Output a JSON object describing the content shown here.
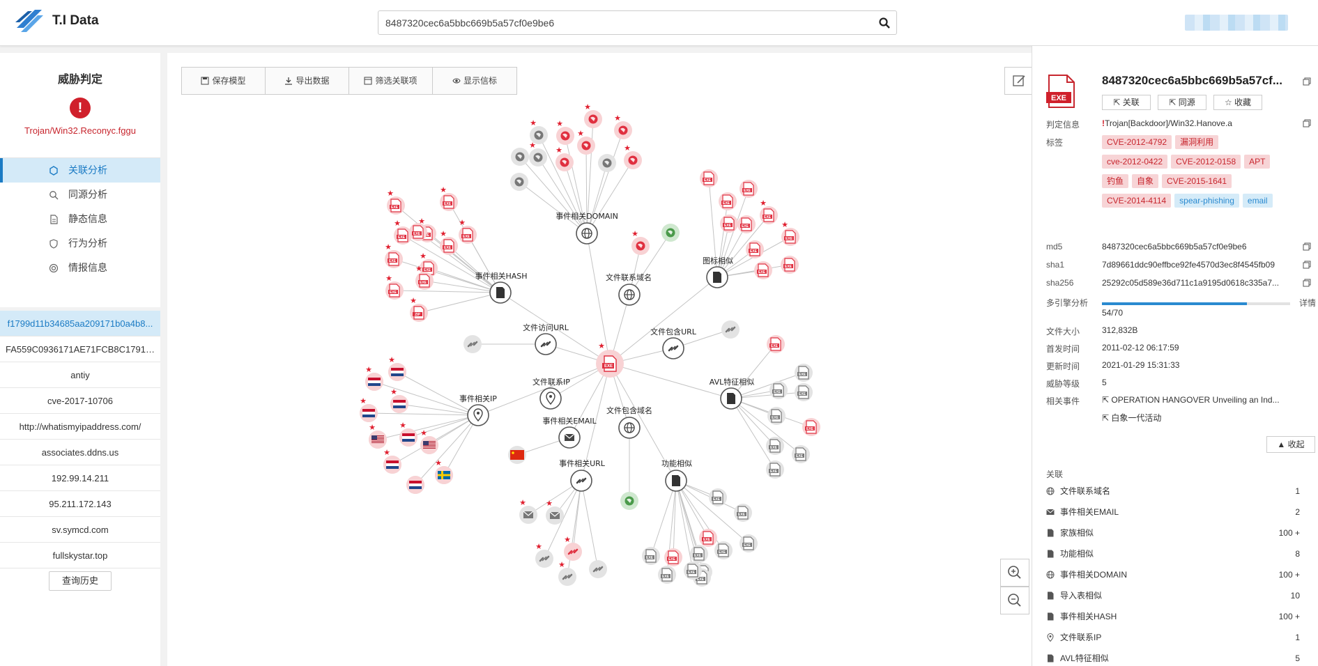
{
  "header": {
    "brand": "T.I Data",
    "search_value": "8487320cec6a5bbc669b5a57cf0e9be6"
  },
  "sidebar": {
    "verdict_title": "威胁判定",
    "verdict_name": "Trojan/Win32.Reconyc.fggu",
    "nav": [
      {
        "label": "关联分析",
        "icon": "network-icon",
        "active": true
      },
      {
        "label": "同源分析",
        "icon": "search-icon",
        "active": false
      },
      {
        "label": "静态信息",
        "icon": "document-icon",
        "active": false
      },
      {
        "label": "行为分析",
        "icon": "shield-icon",
        "active": false
      },
      {
        "label": "情报信息",
        "icon": "target-icon",
        "active": false
      }
    ],
    "history": [
      "f1799d11b34685aa209171b0a4b8...",
      "FA559C0936171AE71FCB8C1791A...",
      "antiy",
      "cve-2017-10706",
      "http://whatismyipaddress.com/",
      "associates.ddns.us",
      "192.99.14.211",
      "95.211.172.143",
      "sv.symcd.com",
      "fullskystar.top"
    ],
    "history_button": "查询历史"
  },
  "toolbar": {
    "save": "保存模型",
    "export": "导出数据",
    "filter": "筛选关联项",
    "show": "显示信标"
  },
  "graph": {
    "labels": {
      "domain": "事件相关DOMAIN",
      "hash": "事件相关HASH",
      "file_domain": "文件联系域名",
      "icon_sim": "图标相似",
      "visit_url": "文件访问URL",
      "contain_url": "文件包含URL",
      "file_ip": "文件联系IP",
      "event_ip": "事件相关IP",
      "avl": "AVL特征相似",
      "event_email": "事件相关EMAIL",
      "contain_domain": "文件包含域名",
      "event_url": "事件相关URL",
      "func_sim": "功能相似"
    },
    "center_badge": "EXE",
    "file_badge": "EXE",
    "zip_badge": "ZIP"
  },
  "detail": {
    "title": "8487320cec6a5bbc669b5a57cf...",
    "actions": {
      "relate": "关联",
      "same_source": "同源",
      "favorite": "收藏"
    },
    "verdict_label": "判定信息",
    "verdict_value": "Trojan[Backdoor]/Win32.Hanove.a",
    "tags_label": "标签",
    "tags": [
      {
        "text": "CVE-2012-4792",
        "color": "red"
      },
      {
        "text": "漏洞利用",
        "color": "red"
      },
      {
        "text": "cve-2012-0422",
        "color": "red"
      },
      {
        "text": "CVE-2012-0158",
        "color": "red"
      },
      {
        "text": "APT",
        "color": "red"
      },
      {
        "text": "钓鱼",
        "color": "red"
      },
      {
        "text": "自象",
        "color": "red"
      },
      {
        "text": "CVE-2015-1641",
        "color": "red"
      },
      {
        "text": "CVE-2014-4114",
        "color": "red"
      },
      {
        "text": "spear-phishing",
        "color": "blue"
      },
      {
        "text": "email",
        "color": "blue"
      }
    ],
    "md5_label": "md5",
    "md5": "8487320cec6a5bbc669b5a57cf0e9be6",
    "sha1_label": "sha1",
    "sha1": "7d89661ddc90effbce92fe4570d3ec8f4545fb09",
    "sha256_label": "sha256",
    "sha256": "25292c05d589e36d711c1a9195d0618c335a7...",
    "engines_label": "多引擎分析",
    "engines_value": "54/70",
    "engines_fraction": 0.771,
    "detail_link": "详情",
    "size_label": "文件大小",
    "size": "312,832B",
    "first_label": "首发时间",
    "first": "2011-02-12 06:17:59",
    "update_label": "更新时间",
    "update": "2021-01-29 15:31:33",
    "level_label": "威胁等级",
    "level": "5",
    "event_label": "相关事件",
    "event1": "OPERATION HANGOVER Unveiling an Ind...",
    "event2": "白象一代活动",
    "collapse": "收起",
    "relations_title": "关联",
    "relations": [
      {
        "icon": "globe-icon",
        "label": "文件联系域名",
        "count": "1"
      },
      {
        "icon": "mail-icon",
        "label": "事件相关EMAIL",
        "count": "2"
      },
      {
        "icon": "file-icon",
        "label": "家族相似",
        "count": "100 +"
      },
      {
        "icon": "file-icon",
        "label": "功能相似",
        "count": "8"
      },
      {
        "icon": "globe-icon",
        "label": "事件相关DOMAIN",
        "count": "100 +"
      },
      {
        "icon": "file-icon",
        "label": "导入表相似",
        "count": "10"
      },
      {
        "icon": "file-icon",
        "label": "事件相关HASH",
        "count": "100 +"
      },
      {
        "icon": "pin-icon",
        "label": "文件联系IP",
        "count": "1"
      },
      {
        "icon": "file-icon",
        "label": "AVL特征相似",
        "count": "5"
      }
    ]
  },
  "colors": {
    "accent": "#1b7bc4",
    "danger": "#d0202b",
    "tag_red_bg": "#f7d4d6",
    "tag_blue_bg": "#d5ebf8"
  }
}
